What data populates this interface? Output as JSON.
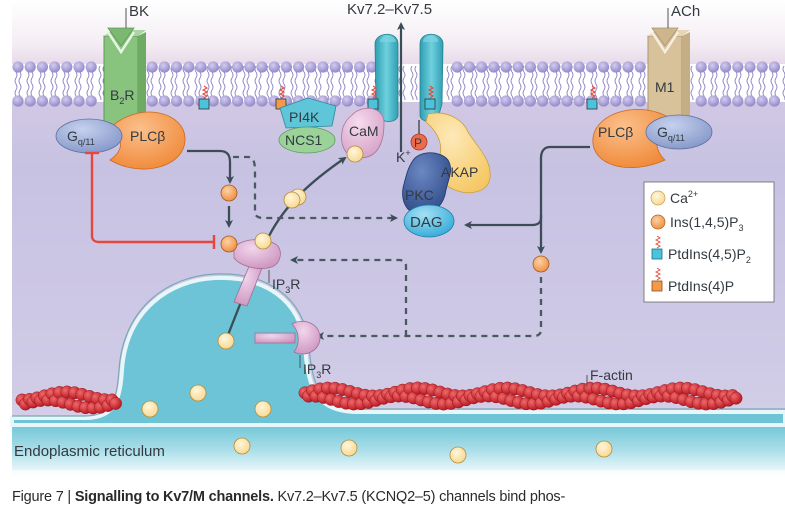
{
  "figure": {
    "ligands": {
      "left": "BK",
      "right": "ACh"
    },
    "channel_label": "Kv7.2–Kv7.5",
    "receptors": {
      "left": {
        "name_base": "B",
        "name_sub": "2",
        "name_tail": "R"
      },
      "right": {
        "name": "M1"
      }
    },
    "proteins": {
      "gq_base": "G",
      "gq_sub": "q/11",
      "plc": "PLCβ",
      "pi4k": "PI4K",
      "ncs1": "NCS1",
      "cam": "CaM",
      "potassium_base": "K",
      "potassium_sup": "+",
      "phospho": "P",
      "akap": "AKAP",
      "pkc": "PKC",
      "dag": "DAG",
      "ip3r_base": "IP",
      "ip3r_sub": "3",
      "ip3r_tail": "R",
      "f_actin": "F-actin"
    },
    "compartments": {
      "er": "Endoplasmic reticulum"
    },
    "legend": [
      {
        "icon": "calcium-circle-icon",
        "color": "#fbe2a6",
        "base": "Ca",
        "sup": "2+",
        "sub": "",
        "tail": ""
      },
      {
        "icon": "ip3-circle-icon",
        "color": "#f6a45e",
        "base": "Ins(1,4,5)P",
        "sup": "",
        "sub": "3",
        "tail": ""
      },
      {
        "icon": "pip2-square-icon",
        "color": "#4cc3dc",
        "base": "PtdIns(4,5)P",
        "sup": "",
        "sub": "2",
        "tail": ""
      },
      {
        "icon": "pi4p-square-icon",
        "color": "#f39a4a",
        "base": "PtdIns(4)P",
        "sup": "",
        "sub": "",
        "tail": ""
      }
    ],
    "colors": {
      "membrane_head": "#9d92cf",
      "cytoplasm": "#c9c3e2",
      "er_fill": "#6cc4d6",
      "inhibition": "#e8463a",
      "arrow": "#3c4d57",
      "b2r": "#89c47f",
      "m1": "#d8c29c",
      "plc": "#f28f3b",
      "gq": "#8b9fcf",
      "channel": "#41b5c5",
      "cam": "#e2b1d3",
      "pkc": "#2f4f8e",
      "dag": "#42b5dd",
      "akap": "#fbd27a",
      "actin": "#c8202a"
    }
  },
  "caption": {
    "figure_no": "Figure 7 | ",
    "title": "Signalling to Kv7/M channels.",
    "text": " Kv7.2–Kv7.5 (KCNQ2–5) channels bind phos-"
  }
}
